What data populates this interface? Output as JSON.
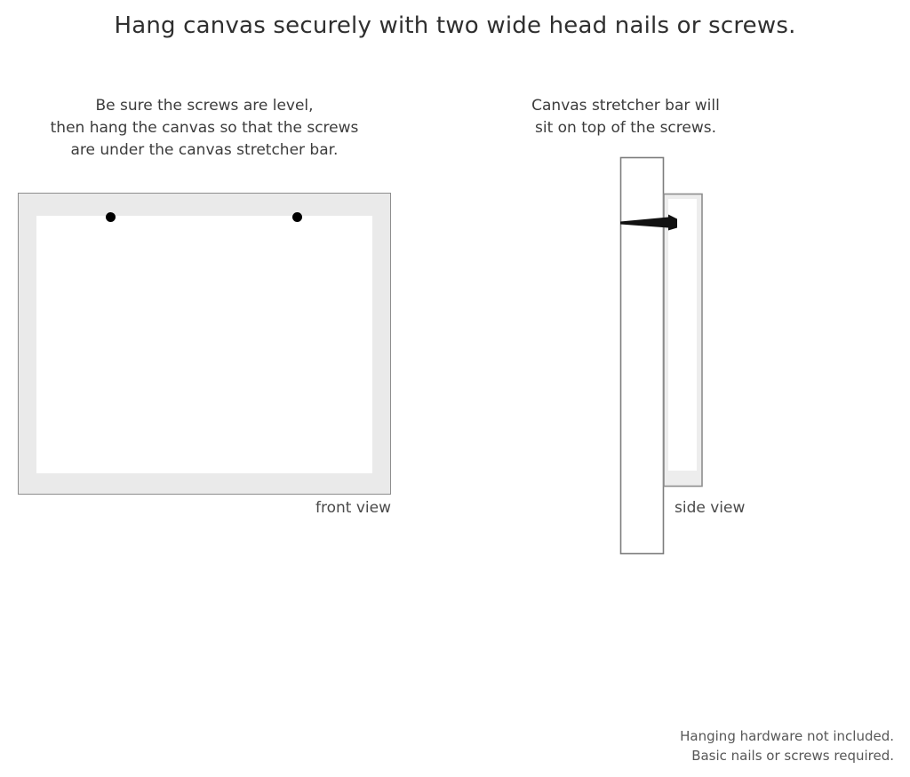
{
  "document": {
    "title": "Hang canvas securely with two wide head nails or screws."
  },
  "front_panel": {
    "caption_lines": [
      "Be sure the screws are level,",
      "then hang the canvas so that the screws",
      "are under the canvas stretcher bar."
    ],
    "view_label": "front view",
    "screw_count": 2,
    "colors": {
      "frame_fill": "#eaeaea",
      "frame_border": "#8e8e8e",
      "canvas_face": "#ffffff",
      "screw_head": "#000000"
    }
  },
  "side_panel": {
    "caption_lines": [
      "Canvas stretcher bar will",
      "sit on top of the screws."
    ],
    "view_label": "side view",
    "colors": {
      "wall_fill": "#ffffff",
      "wall_border": "#7d7d7d",
      "canvas_fill": "#ededed",
      "canvas_border": "#8e8e8e",
      "stretcher_face": "#ffffff",
      "screw": "#111111"
    }
  },
  "footer": {
    "lines": [
      "Hanging hardware not included.",
      "Basic nails or screws required."
    ]
  }
}
